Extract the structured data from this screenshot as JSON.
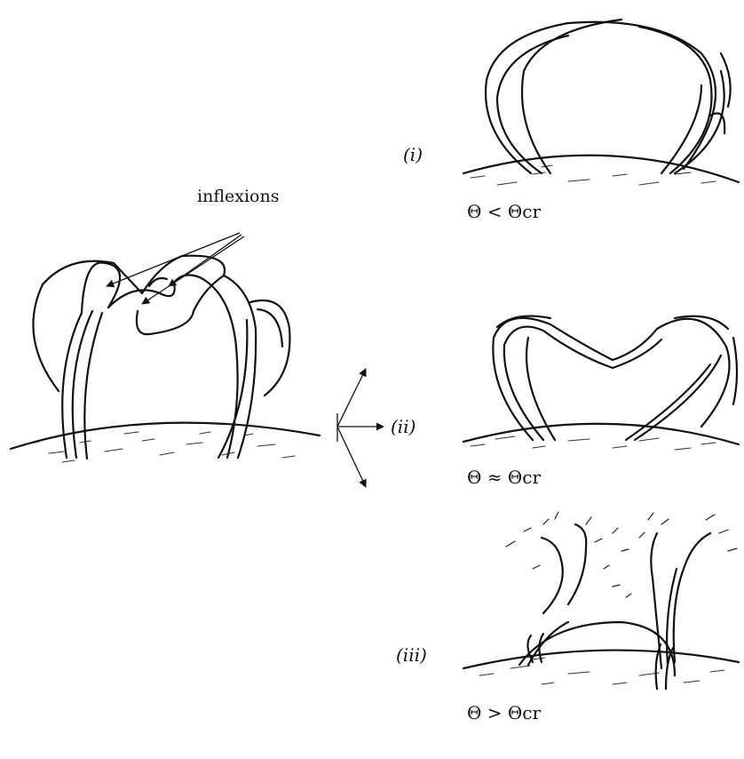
{
  "annotation": {
    "inflexions": "inflexions"
  },
  "cases": [
    {
      "label": "(i)",
      "condition": "Θ < Θcr"
    },
    {
      "label": "(ii)",
      "condition": "Θ ≈ Θcr"
    },
    {
      "label": "(iii)",
      "condition": "Θ > Θcr"
    }
  ],
  "colors": {
    "ink": "#111111",
    "background": "#ffffff"
  }
}
